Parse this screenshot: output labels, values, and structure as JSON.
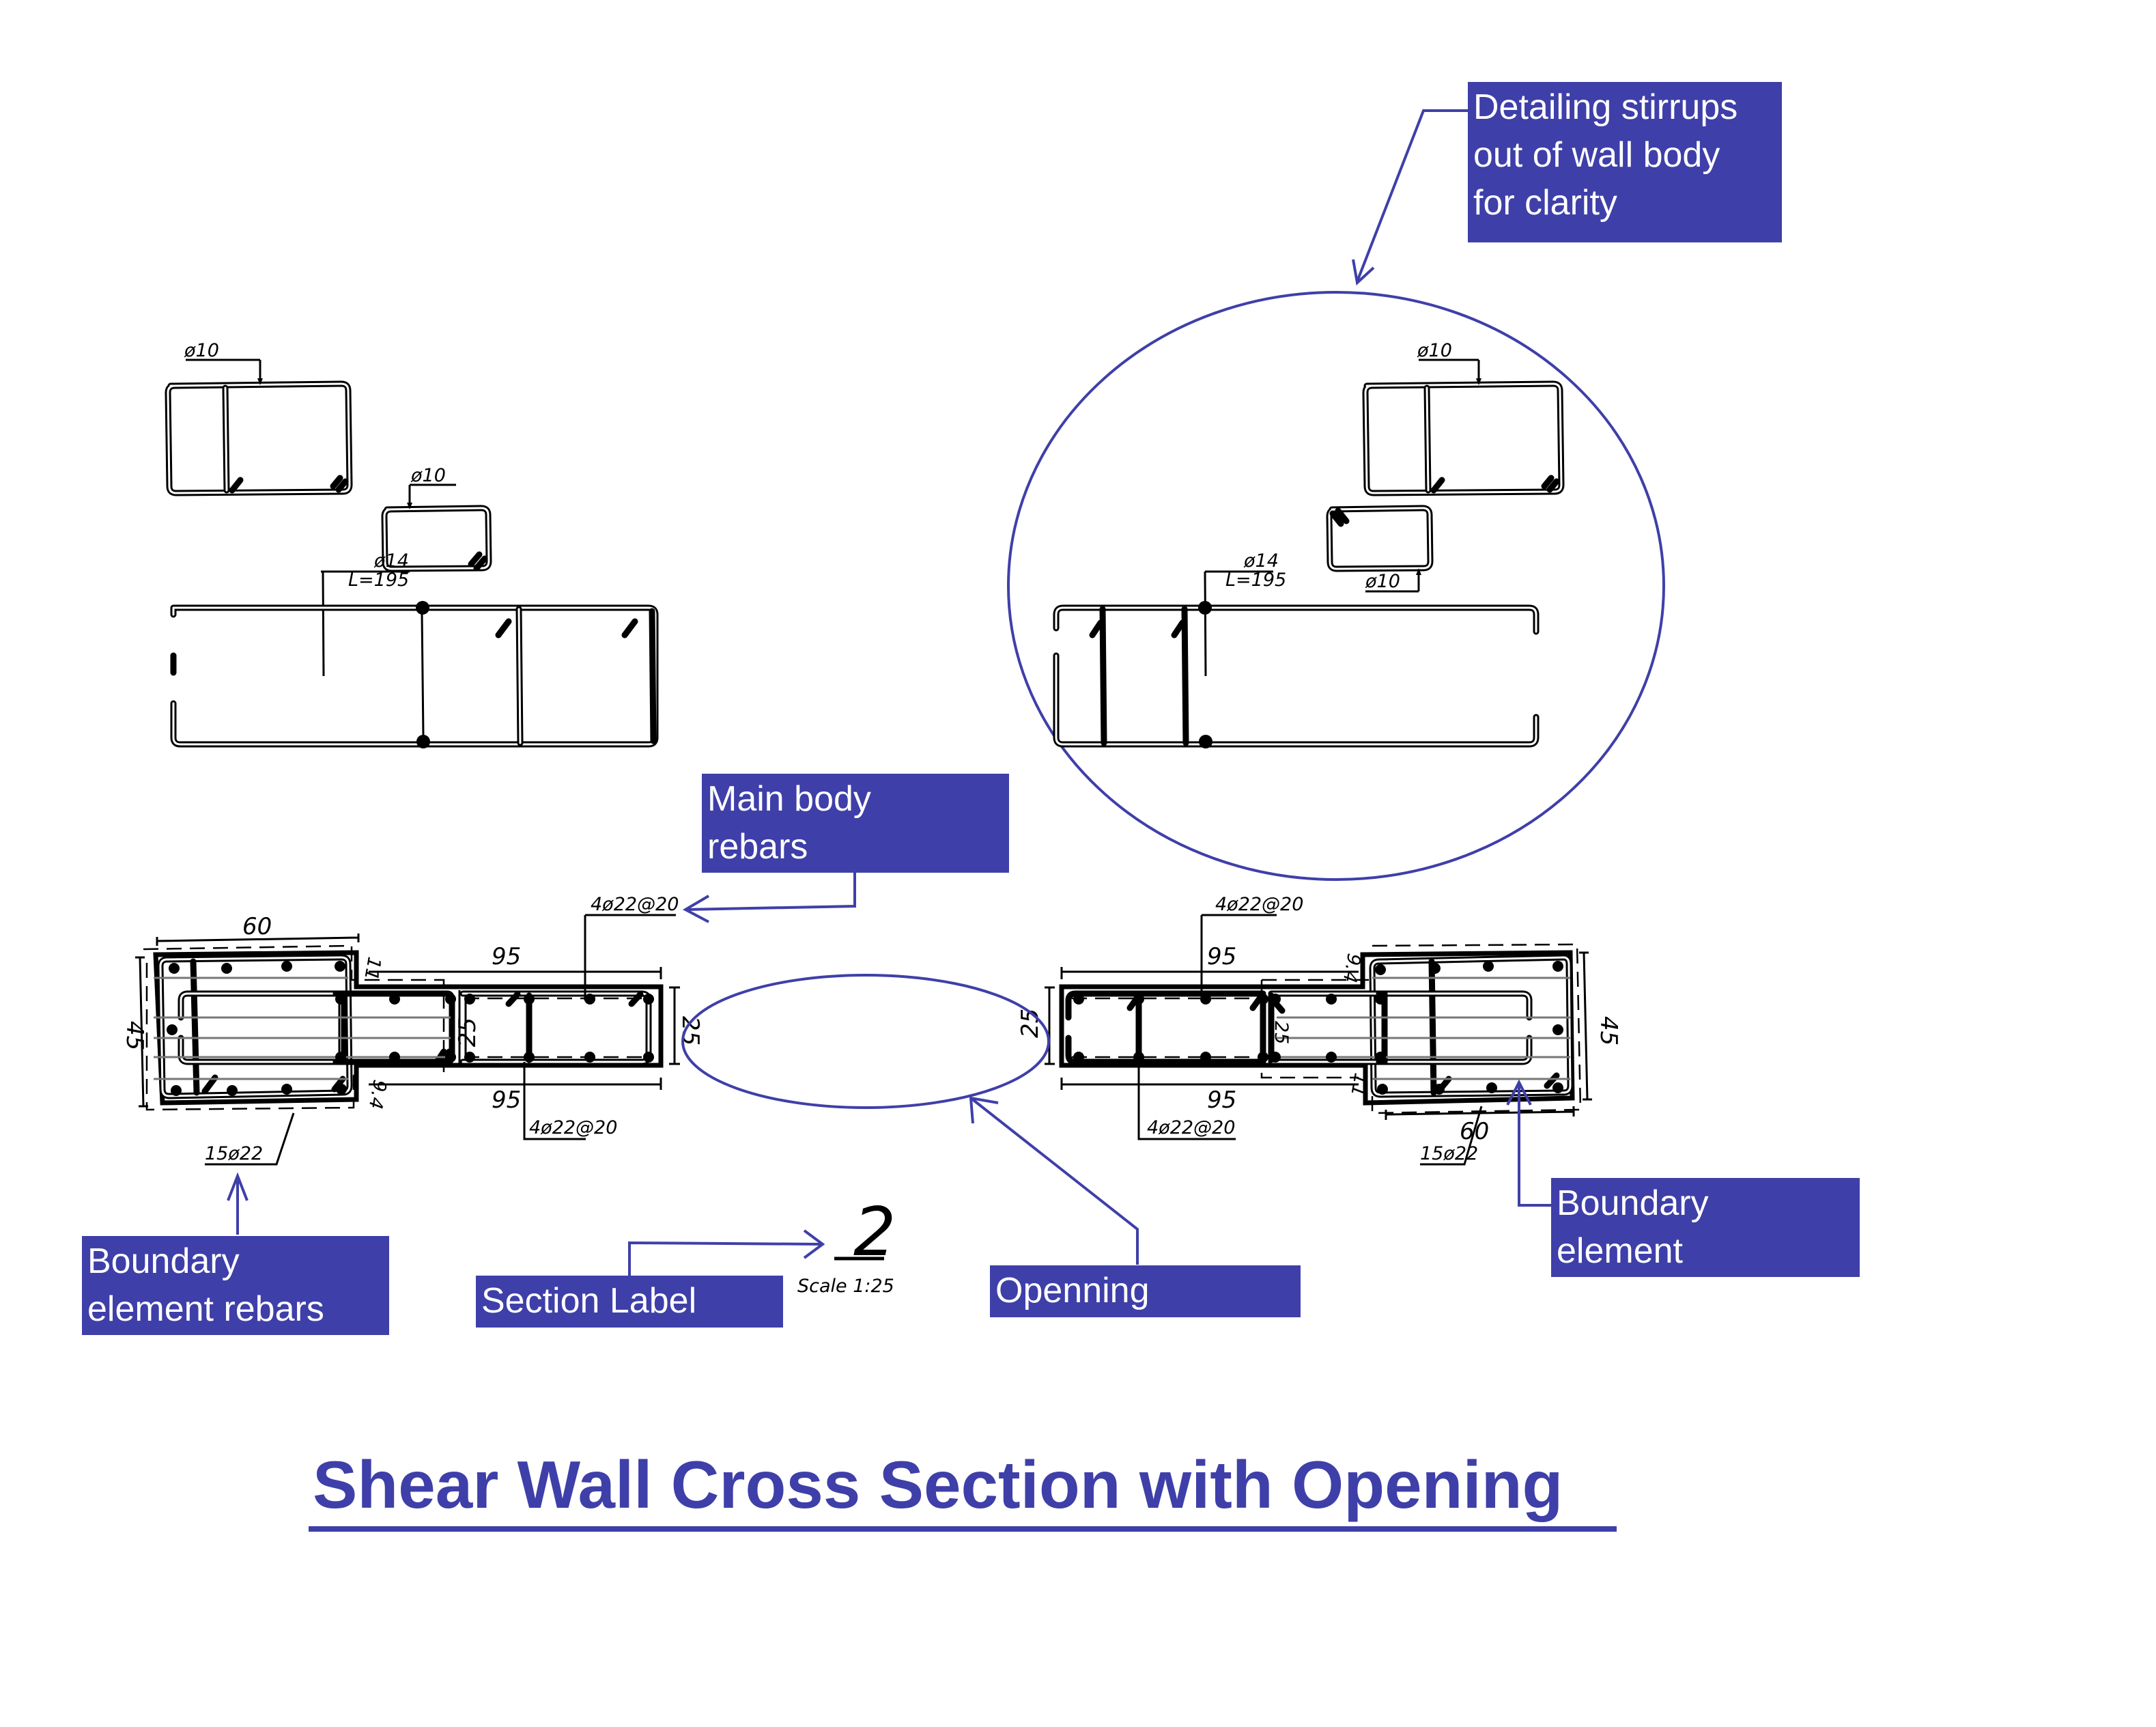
{
  "title": "Shear Wall Cross Section with Opening",
  "colors": {
    "annotation": "#3f3fa9",
    "drawing": "#000000",
    "background": "#ffffff"
  },
  "annotations": {
    "detailing_stirrups": "Detailing stirrups\nout of wall body\nfor clarity",
    "main_body_rebars": "Main body\nrebars",
    "boundary_element_rebars": "Boundary\nelement rebars",
    "section_label": "Section Label",
    "opening": "Openning",
    "boundary_element": "Boundary\nelement"
  },
  "section_mark": {
    "number": "2",
    "scale": "Scale  1:25"
  },
  "stirrup_details_left": {
    "large_stirrup": "ø10",
    "small_stirrup": "ø10",
    "tie_bar": "ø14",
    "tie_length": "L=195"
  },
  "stirrup_details_right": {
    "large_stirrup": "ø10",
    "small_stirrup": "ø10",
    "tie_bar": "ø14",
    "tie_length": "L=195"
  },
  "left_wall": {
    "boundary_width": "60",
    "boundary_height": "45",
    "web_length_top": "95",
    "web_length_bottom": "95",
    "web_thickness": "25",
    "end_thickness": "25",
    "offset_top": "11",
    "offset_bottom": "9.4",
    "boundary_rebars": "15ø22",
    "web_rebars_top": "4ø22@20",
    "web_rebars_bottom": "4ø22@20"
  },
  "right_wall": {
    "boundary_width": "60",
    "boundary_height": "45",
    "web_length_top": "95",
    "web_length_bottom": "95",
    "web_thickness": "25",
    "end_thickness": "25",
    "offset_top": "9.4",
    "offset_bottom": "11",
    "boundary_rebars": "15ø22",
    "web_rebars_top": "4ø22@20",
    "web_rebars_bottom": "4ø22@20"
  }
}
